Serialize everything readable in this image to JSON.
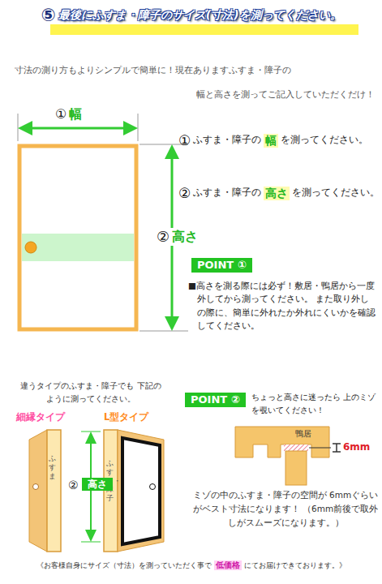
{
  "diagram": {
    "title": "最後にふすま・障子のサイズ(寸法)を測ってください。",
    "nodes": [
      {
        "text": [
          "POINT ①"
        ]
      },
      {
        "text": [
          "POINT ②"
        ]
      },
      {
        "text": [
          "高さ"
        ]
      }
    ],
    "labels": [
      "⑤",
      "寸法の測り方もよりシンプルで簡単に！現在ありますふすま・障子の",
      "幅と高さを測ってご記入していただくだけ！",
      "①",
      "幅",
      "①",
      "ふすま・障子の",
      "幅",
      "を測ってください。",
      "②",
      "ふすま・障子の",
      "高さ",
      "を測ってください。",
      "②",
      "高さ",
      "■高さを測る際には必ず！敷居・鴨居から一度 外してから測ってください。 また取り外しの際に、簡単に外れたか外れにくいかを確認してください。",
      "違うタイプのふすま・障子でも 下記のように測ってください。",
      "細縁タイプ",
      "L型タイプ",
      "ふすま",
      "ふすま・障子",
      "②",
      "ちょっと高さに迷ったら 上のミゾを覗いてください！",
      "鴨居",
      "6mm",
      "ミゾの中のふすま・障子の空間が 6mmぐらいがベスト寸法になります！ （6mm前後で取外しがスムーズになります。）",
      "《お客様自身にサイズ（寸法）を測っていただく事で",
      "低価格",
      "にてお届けできております。》"
    ]
  }
}
